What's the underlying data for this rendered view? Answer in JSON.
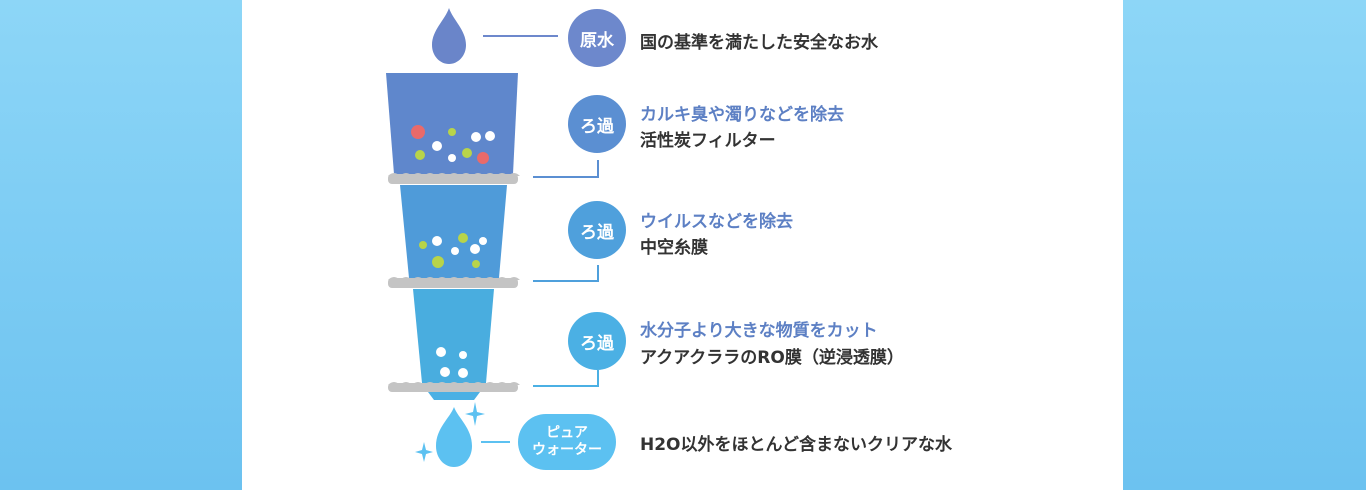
{
  "colors": {
    "stage0": "#6d88cc",
    "stage1": "#5b8fd2",
    "stage2": "#4fa0dc",
    "stage3": "#4bb0e4",
    "pure": "#5cc1f1",
    "label_blue": "#5d80c4",
    "text": "#333333",
    "background_side": "#7ccbf4"
  },
  "steps": [
    {
      "badge": "原水",
      "heading": "",
      "detail": "国の基準を満たした安全なお水"
    },
    {
      "badge": "ろ過",
      "heading": "カルキ臭や濁りなどを除去",
      "detail": "活性炭フィルター"
    },
    {
      "badge": "ろ過",
      "heading": "ウイルスなどを除去",
      "detail": "中空糸膜"
    },
    {
      "badge": "ろ過",
      "heading": "水分子より大きな物質をカット",
      "detail": "アクアクララのRO膜（逆浸透膜）"
    }
  ],
  "final": {
    "badge_line1": "ピュア",
    "badge_line2": "ウォーター",
    "detail": "H2O以外をほとんど含まないクリアな水"
  },
  "icons": [
    "water-drop-icon",
    "sparkle-icon",
    "impurity-particle-icon"
  ]
}
